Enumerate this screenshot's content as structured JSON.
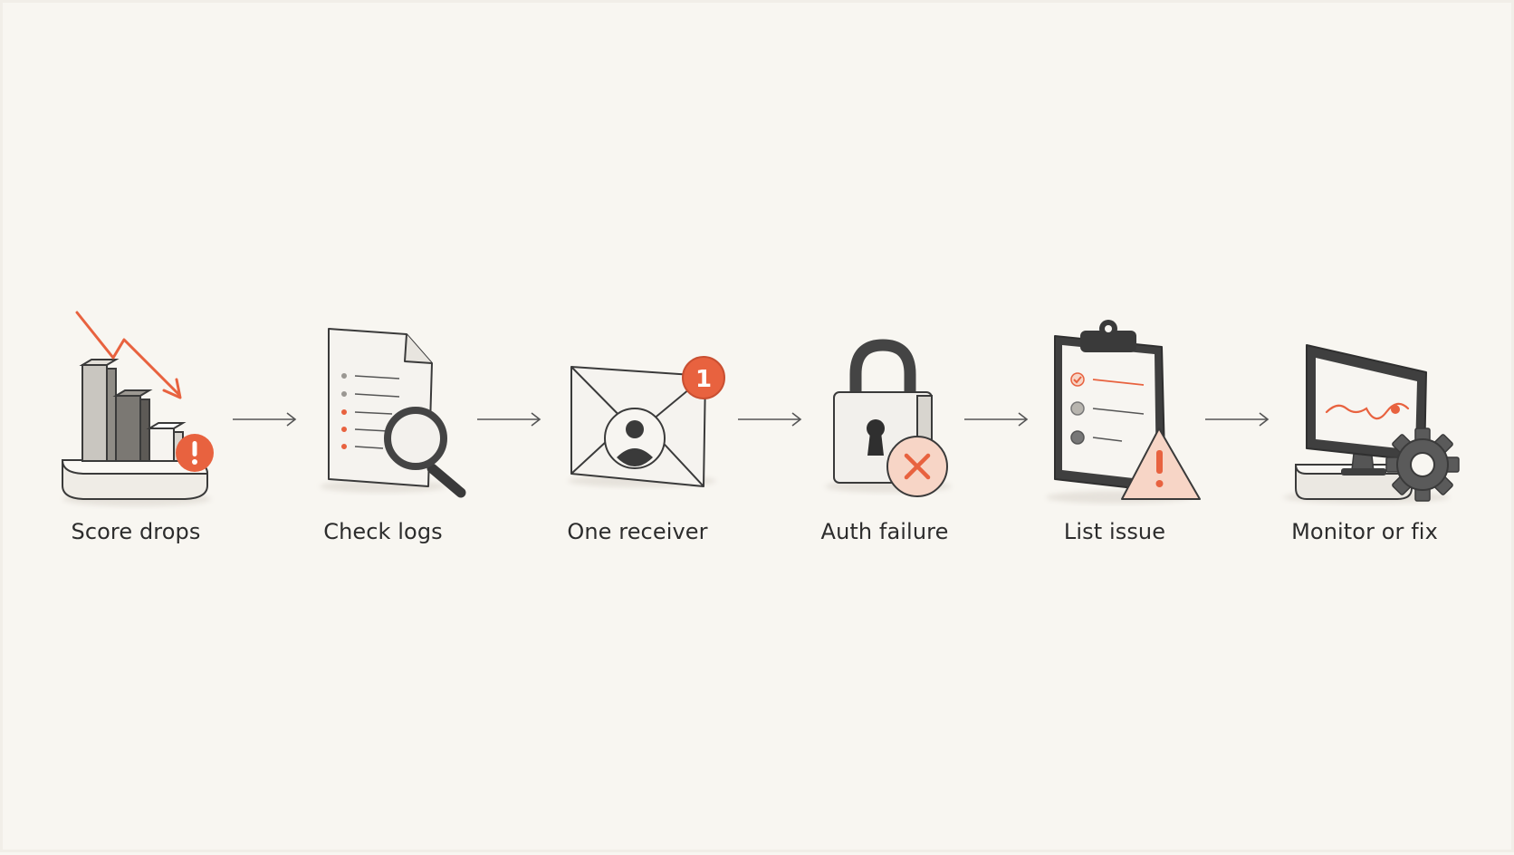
{
  "steps": [
    {
      "label": "Score drops",
      "icon": "bar-chart-declining-icon"
    },
    {
      "label": "Check logs",
      "icon": "document-magnifier-icon"
    },
    {
      "label": "One receiver",
      "icon": "envelope-user-icon"
    },
    {
      "label": "Auth failure",
      "icon": "padlock-error-icon"
    },
    {
      "label": "List issue",
      "icon": "clipboard-warning-icon"
    },
    {
      "label": "Monitor or fix",
      "icon": "monitor-gear-icon"
    }
  ],
  "badges": {
    "notification_count": "1"
  },
  "colors": {
    "background": "#f8f6f1",
    "accent": "#e8623f",
    "accent_light": "#f7d5c6",
    "ink": "#3a3a3a",
    "dark": "#444444",
    "light_fill": "#f2f0ec"
  }
}
